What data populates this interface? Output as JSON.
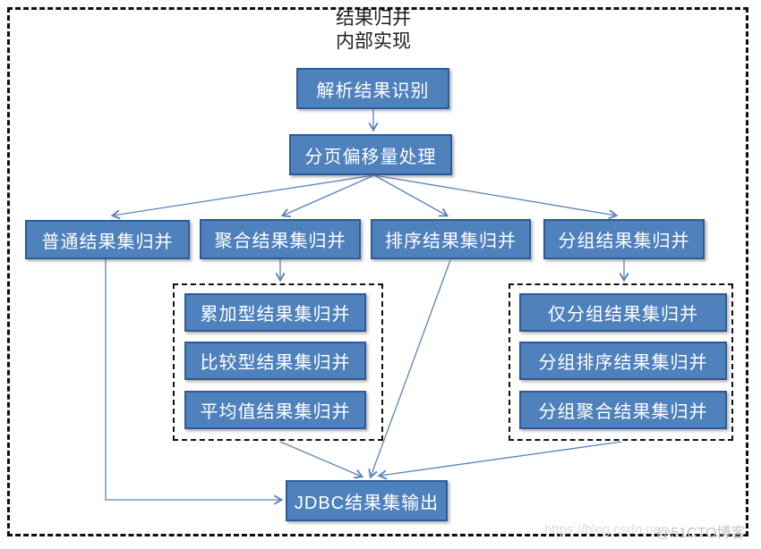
{
  "diagram": {
    "title": {
      "line1": "结果归并",
      "line2": "内部实现"
    },
    "nodes": {
      "parse": {
        "label": "解析结果识别"
      },
      "paging": {
        "label": "分页偏移量处理"
      },
      "plain": {
        "label": "普通结果集归并"
      },
      "aggregate": {
        "label": "聚合结果集归并"
      },
      "sort": {
        "label": "排序结果集归并"
      },
      "group": {
        "label": "分组结果集归并"
      },
      "accumulate": {
        "label": "累加型结果集归并"
      },
      "compare": {
        "label": "比较型结果集归并"
      },
      "average": {
        "label": "平均值结果集归并"
      },
      "group_only": {
        "label": "仅分组结果集归并"
      },
      "group_sort": {
        "label": "分组排序结果集归并"
      },
      "group_agg": {
        "label": "分组聚合结果集归并"
      },
      "jdbc": {
        "label": "JDBC结果集输出"
      }
    },
    "colors": {
      "node_fill": "#4f81bd",
      "node_border": "#2e5b97",
      "connector": "#5b83b8",
      "frame": "#0d0d0d"
    },
    "watermark": {
      "url_text": "https://blog.csdn.ne",
      "badge_text": "@51CTO博客"
    }
  }
}
